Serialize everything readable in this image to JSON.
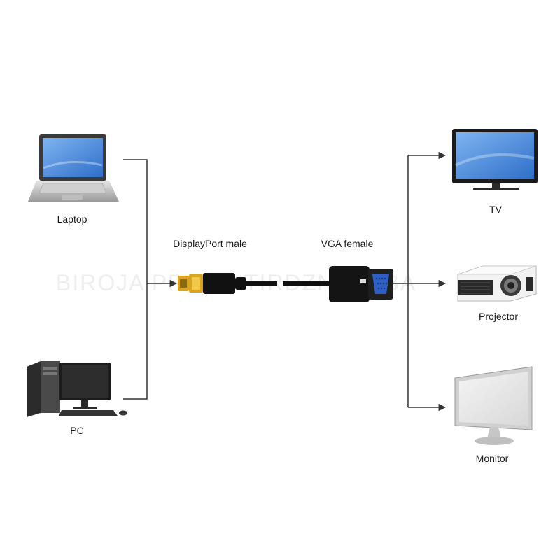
{
  "watermark": "BIROJA PRECU TIRDZNIECIBA",
  "sources": [
    {
      "name": "laptop",
      "label": "Laptop"
    },
    {
      "name": "pc",
      "label": "PC"
    }
  ],
  "connectors": {
    "displayport_label": "DisplayPort male",
    "vga_label": "VGA female"
  },
  "outputs": [
    {
      "name": "tv",
      "label": "TV"
    },
    {
      "name": "projector",
      "label": "Projector"
    },
    {
      "name": "monitor",
      "label": "Monitor"
    }
  ],
  "colors": {
    "line": "#333333",
    "cable": "#111111",
    "vga_port": "#2e5fc4",
    "gold_plug": "#d9a520"
  }
}
